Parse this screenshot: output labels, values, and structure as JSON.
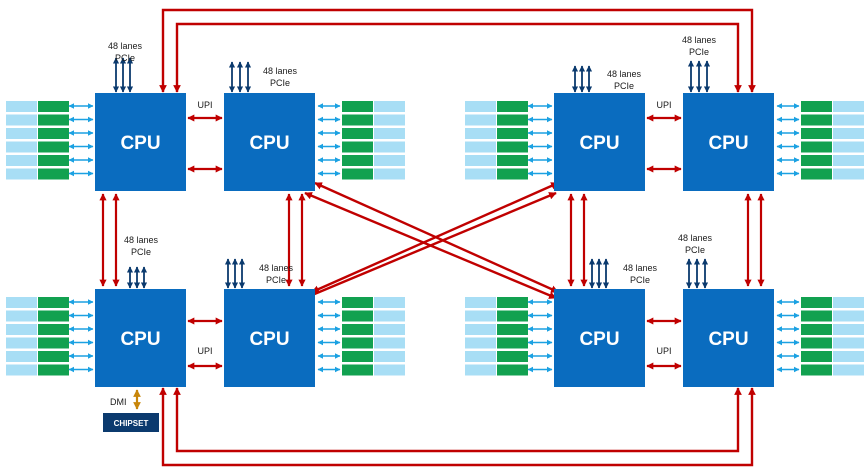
{
  "colors": {
    "cpu_fill": "#0a6cbf",
    "upi_line": "#c00000",
    "memory_arrow": "#1ba1e2",
    "pcie_arrow": "#0b3a6e",
    "dmi_arrow": "#c8860a",
    "dimm_green": "#12a150",
    "dimm_light": "#a8def5",
    "chipset_fill": "#0b3a6e"
  },
  "cpus": [
    {
      "label": "CPU"
    },
    {
      "label": "CPU"
    },
    {
      "label": "CPU"
    },
    {
      "label": "CPU"
    },
    {
      "label": "CPU"
    },
    {
      "label": "CPU"
    },
    {
      "label": "CPU"
    },
    {
      "label": "CPU"
    }
  ],
  "pcie": {
    "lanes": "48 lanes",
    "type": "PCIe"
  },
  "upi_label": "UPI",
  "dmi_label": "DMI",
  "chipset_label": "CHIPSET",
  "icons": {
    "bidirectional_arrow": "double-arrow-icon",
    "memory_module": "dimm-icon"
  }
}
